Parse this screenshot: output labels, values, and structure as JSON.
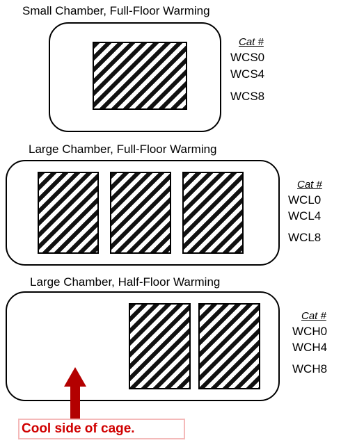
{
  "sections": [
    {
      "title": "Small Chamber, Full-Floor Warming",
      "cat_header": "Cat #",
      "catalog": [
        "WCS0",
        "WCS4",
        "WCS8"
      ]
    },
    {
      "title": "Large Chamber, Full-Floor Warming",
      "cat_header": "Cat #",
      "catalog": [
        "WCL0",
        "WCL4",
        "WCL8"
      ]
    },
    {
      "title": "Large Chamber, Half-Floor Warming",
      "cat_header": "Cat #",
      "catalog": [
        "WCH0",
        "WCH4",
        "WCH8"
      ]
    }
  ],
  "callout": {
    "text": "Cool side of cage.",
    "color": "#d00000",
    "border_color": "#f4b9b9",
    "arrow_color": "#b30000"
  },
  "pattern": {
    "stripe_color": "#111111",
    "background": "#ffffff"
  }
}
